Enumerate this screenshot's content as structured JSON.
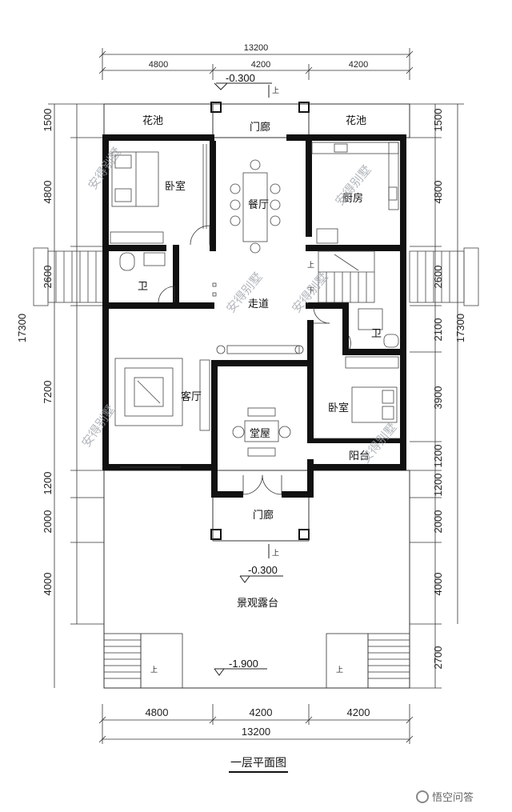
{
  "title": "一层平面图",
  "dimensions": {
    "top_total": "13200",
    "top_segments": [
      "4800",
      "4200",
      "4200"
    ],
    "bottom_segments": [
      "4800",
      "4200",
      "4200"
    ],
    "bottom_total": "13200",
    "left_total": "17300",
    "left_segments": [
      "1500",
      "4800",
      "2600",
      "7200",
      "1200",
      "2000",
      "4000"
    ],
    "right_total": "17300",
    "right_segments": [
      "1500",
      "4800",
      "2600",
      "2100",
      "3900",
      "1200",
      "1200",
      "2000",
      "4000",
      "2700"
    ]
  },
  "elevations": {
    "top": "-0.300",
    "middle": "-0.300",
    "bottom": "-1.900"
  },
  "rooms": {
    "flower_left": "花池",
    "flower_right": "花池",
    "porch_top": "门廊",
    "bedroom_nw": "卧室",
    "dining": "餐厅",
    "kitchen": "厨房",
    "wc_left": "卫",
    "corridor": "走道",
    "wc_right": "卫",
    "living": "客厅",
    "hall": "堂屋",
    "bedroom_se": "卧室",
    "balcony": "阳台",
    "porch_bottom": "门廊",
    "terrace": "景观露台"
  },
  "stair_marks": {
    "up_top": "上",
    "up_inner": "上",
    "down_inner": "下",
    "up_porch": "上",
    "up_left_stair": "上",
    "up_right_stair": "上"
  },
  "watermark": "安得别墅",
  "brand": "悟空问答"
}
